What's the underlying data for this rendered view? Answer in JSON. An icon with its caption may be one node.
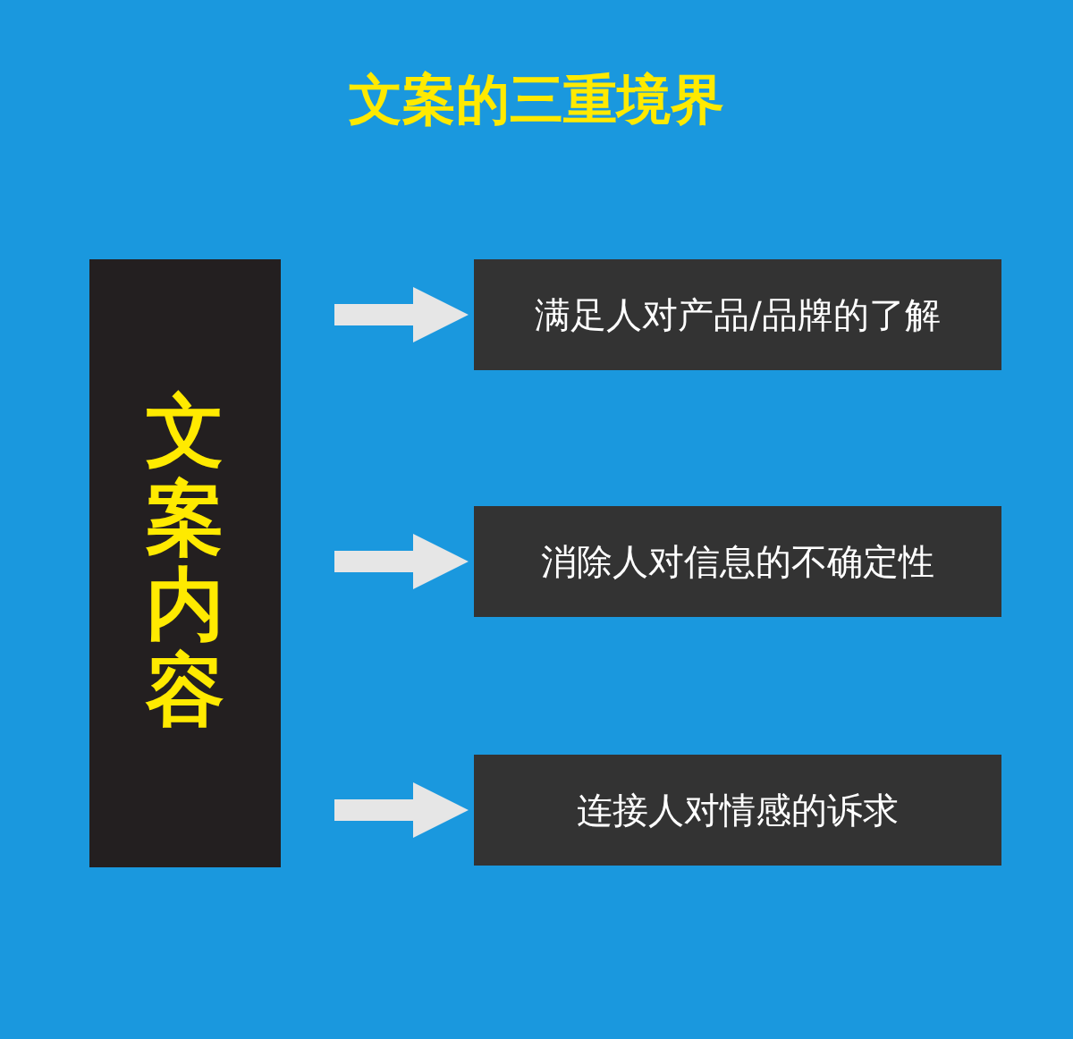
{
  "diagram": {
    "title": "文案的三重境界",
    "nodes": [
      {
        "text": [
          "文案内容"
        ]
      },
      {
        "text": [
          "满足人对产品/品牌的了解"
        ]
      },
      {
        "text": [
          "消除人对信息的不确定性"
        ]
      },
      {
        "text": [
          "连接人对情感的诉求"
        ]
      }
    ],
    "edges": [
      {
        "from": 0,
        "to": 1,
        "arrow": "to"
      },
      {
        "from": 0,
        "to": 2,
        "arrow": "to"
      },
      {
        "from": 0,
        "to": 3,
        "arrow": "to"
      }
    ]
  }
}
